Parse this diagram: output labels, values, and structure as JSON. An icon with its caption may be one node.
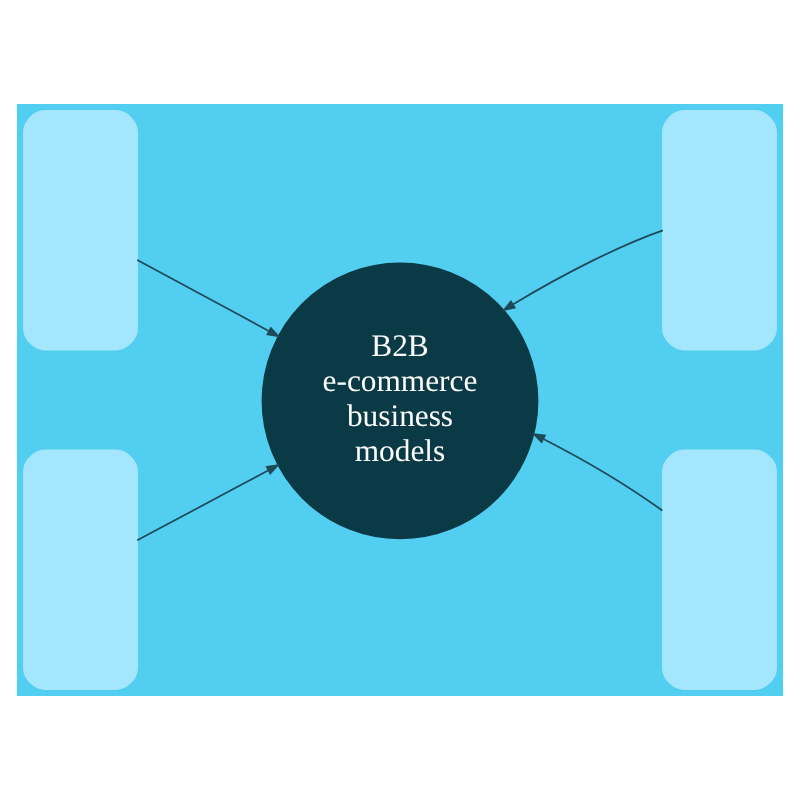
{
  "diagram": {
    "nodes": [
      {
        "text": [],
        "shape": "box"
      },
      {
        "text": [],
        "shape": "box"
      },
      {
        "text": [
          "B2B e-commerce business models"
        ]
      },
      {
        "text": [],
        "shape": "box"
      },
      {
        "text": [],
        "shape": "box"
      }
    ],
    "edges": [
      {
        "from": 0,
        "to": 2,
        "arrow": "to"
      },
      {
        "from": 1,
        "to": 2,
        "arrow": "to"
      },
      {
        "from": 3,
        "to": 2,
        "arrow": "to"
      },
      {
        "from": 4,
        "to": 2,
        "arrow": "to"
      }
    ]
  }
}
